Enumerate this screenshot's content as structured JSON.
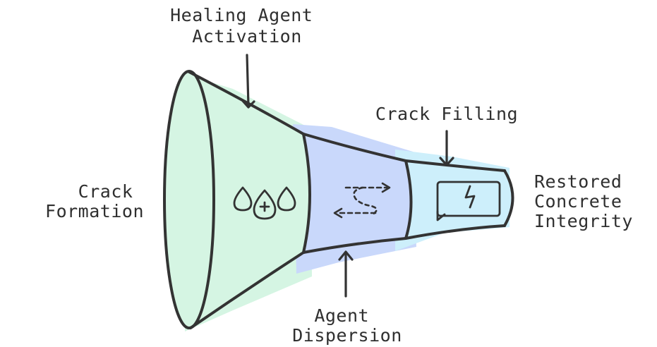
{
  "labels": {
    "healing_agent_activation": [
      "Healing Agent",
      "Activation"
    ],
    "crack_formation": [
      "Crack",
      "Formation"
    ],
    "crack_filling": [
      "Crack Filling"
    ],
    "agent_dispersion": [
      "Agent",
      "Dispersion"
    ],
    "restored_integrity": [
      "Restored",
      "Concrete",
      "Integrity"
    ]
  },
  "colors": {
    "stage1": "#d5f5e3",
    "stage2": "#c9d8fb",
    "stage3": "#cdeffb",
    "stroke": "#333333"
  },
  "icons": [
    "water-drops-plus-icon",
    "dashed-swap-arrows-icon",
    "lightning-screen-icon"
  ]
}
